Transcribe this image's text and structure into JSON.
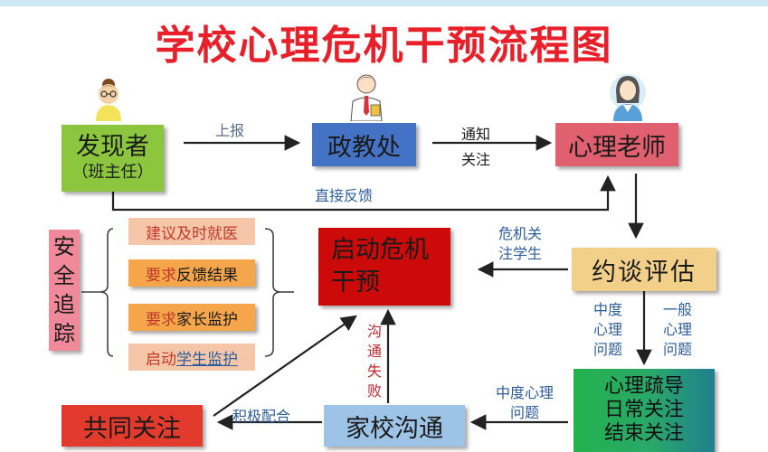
{
  "title": "学校心理危机干预流程图",
  "nodes": {
    "discoverer": {
      "line1": "发现者",
      "line2": "（班主任）"
    },
    "political_office": "政教处",
    "psych_teacher": "心理老师",
    "crisis": {
      "line1": "启动危机",
      "line2": "干预"
    },
    "interview": "约谈评估",
    "counseling": {
      "line1": "心理疏导",
      "line2": "日常关注",
      "line3": "结束关注"
    },
    "home_school": "家校沟通",
    "joint": "共同关注",
    "safety": [
      "安",
      "全",
      "追",
      "踪"
    ]
  },
  "safety_items": [
    {
      "text": "建议及时就医",
      "pre": "",
      "underline": ""
    },
    {
      "text": "反馈结果",
      "pre": "要求",
      "underline": ""
    },
    {
      "text": "家长监护",
      "pre": "要求",
      "underline": ""
    },
    {
      "text": "",
      "pre": "启动",
      "underline": "学生监护"
    }
  ],
  "edge_labels": {
    "report": "上报",
    "notify": [
      "通知",
      "关注"
    ],
    "direct_feedback": "直接反馈",
    "crisis_attention": [
      "危机关",
      "注学生"
    ],
    "moderate": [
      "中度",
      "心理",
      "问题"
    ],
    "general": [
      "一般",
      "心理",
      "问题"
    ],
    "moderate_psych": [
      "中度心理",
      "问题"
    ],
    "comm_fail": [
      "沟",
      "通",
      "失",
      "败"
    ],
    "cooperate": "积极配合"
  },
  "colors": {
    "title": "#e8202a",
    "green": "#8cc63f",
    "blue": "#4472c4",
    "pink": "#e06070",
    "red": "#cc0a0a",
    "tan": "#f2d08a",
    "orange": "#f5a54a",
    "light_blue": "#9dc3e6"
  }
}
